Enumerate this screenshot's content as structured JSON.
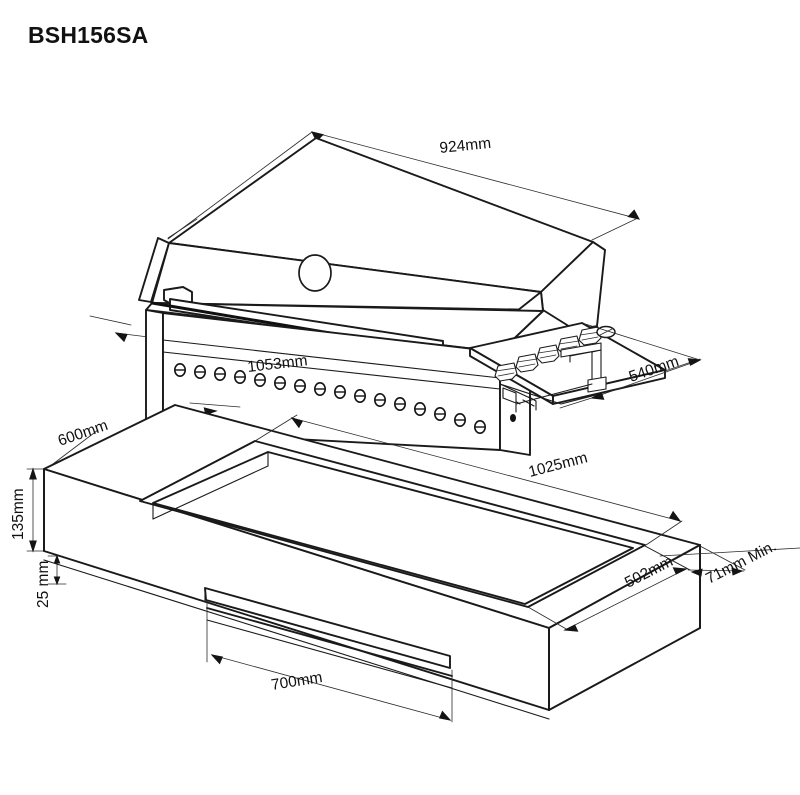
{
  "document": {
    "title": "BSH156SA",
    "type": "technical-dimension-drawing",
    "product": "built-in barbecue grill with cabinet cutout",
    "units": "mm",
    "line_color": "#1a1a1a",
    "background_color": "#ffffff"
  },
  "dimensions": {
    "hood_width": "924mm",
    "overall_width": "1053mm",
    "overall_depth": "540mm",
    "cabinet_depth": "600mm",
    "cabinet_height": "135mm",
    "lip_height": "25 mm",
    "cutout_width": "1025mm",
    "cutout_depth": "502mm",
    "rear_clearance": "71mm Min.",
    "front_opening_width": "700mm"
  },
  "views": [
    {
      "name": "upper-view",
      "label": "barbecue unit",
      "callouts": [
        "924mm",
        "1053mm",
        "540mm"
      ]
    },
    {
      "name": "lower-view",
      "label": "cabinet cutout",
      "callouts": [
        "600mm",
        "135mm",
        "25 mm",
        "1025mm",
        "502mm",
        "71mm Min.",
        "700mm"
      ]
    }
  ],
  "features": {
    "control_knob_count": 5,
    "igniter_button_count": 1,
    "vent_hole_count": 16,
    "thermometer_port": 1,
    "handle_bar": 1
  }
}
